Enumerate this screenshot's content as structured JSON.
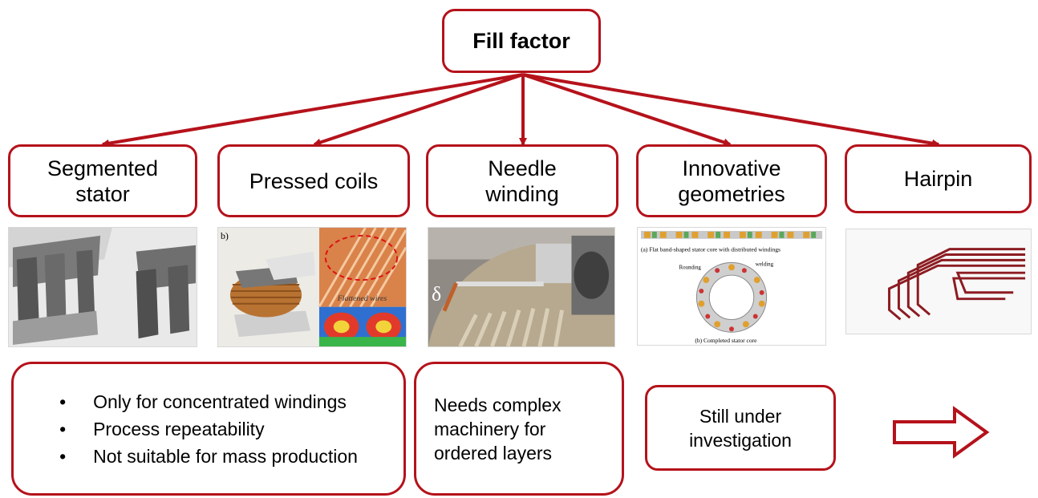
{
  "root": {
    "label": "Fill factor"
  },
  "categories": [
    {
      "id": "segmented-stator",
      "line1": "Segmented",
      "line2": "stator"
    },
    {
      "id": "pressed-coils",
      "line1": "Pressed coils",
      "line2": ""
    },
    {
      "id": "needle-winding",
      "line1": "Needle",
      "line2": "winding"
    },
    {
      "id": "innovative-geometries",
      "line1": "Innovative",
      "line2": "geometries"
    },
    {
      "id": "hairpin",
      "line1": "Hairpin",
      "line2": ""
    }
  ],
  "photos": {
    "pressed_coils": {
      "panel_tag": "b)",
      "inset_label": "Flattened wires"
    },
    "needle_winding": {
      "symbol": "δ"
    },
    "innovative_geometries": {
      "caption_a": "(a) Flat band-shaped stator core with distributed windings",
      "caption_b": "(b) Completed stator core",
      "label_rounding": "Rounding",
      "label_welding": "welding"
    }
  },
  "notes": {
    "segmented_stator": {
      "bullet_symbol": "•",
      "bullets": [
        "Only for concentrated windings",
        "Process repeatability",
        "Not suitable for mass production"
      ]
    },
    "needle_winding": {
      "lines": [
        "Needs complex",
        "machinery for",
        "ordered layers"
      ]
    },
    "innovative_geometries": {
      "lines": [
        "Still under",
        "investigation"
      ]
    }
  },
  "colors": {
    "accent": "#b5121b",
    "hollow_arrow": "#b5121b"
  }
}
